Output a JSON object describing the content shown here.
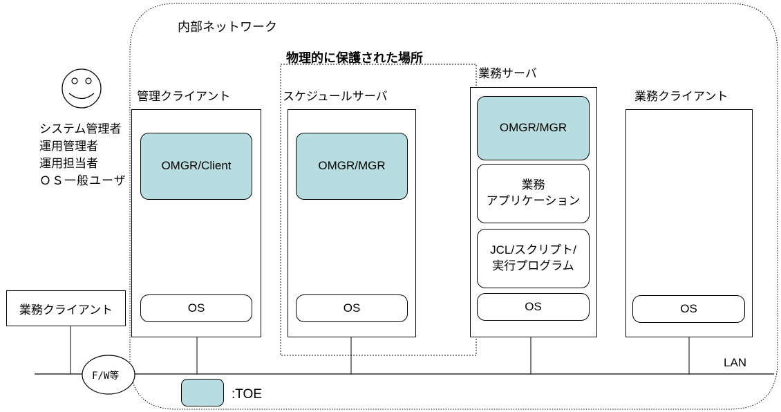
{
  "network": {
    "title": "内部ネットワーク",
    "protected_area": "物理的に保護された場所",
    "lan": "LAN",
    "firewall": "F/W等"
  },
  "users": [
    "システム管理者",
    "運用管理者",
    "運用担当者",
    "ＯＳ一般ユーザ"
  ],
  "mgmt_client": {
    "label": "管理クライアント",
    "toe": "OMGR/Client",
    "os": "OS"
  },
  "schedule_server": {
    "label": "スケジュールサーバ",
    "toe": "OMGR/MGR",
    "os": "OS"
  },
  "business_server": {
    "label": "業務サーバ",
    "toe": "OMGR/MGR",
    "app": "業務\nアプリケーション",
    "jcl": "JCL/スクリプト/\n実行プログラム",
    "os": "OS"
  },
  "business_client_right": {
    "label": "業務クライアント",
    "os": "OS"
  },
  "business_client_left": {
    "label": "業務クライアント"
  },
  "legend": {
    "toe": ":TOE",
    "toe_color": "#b7dde0"
  }
}
